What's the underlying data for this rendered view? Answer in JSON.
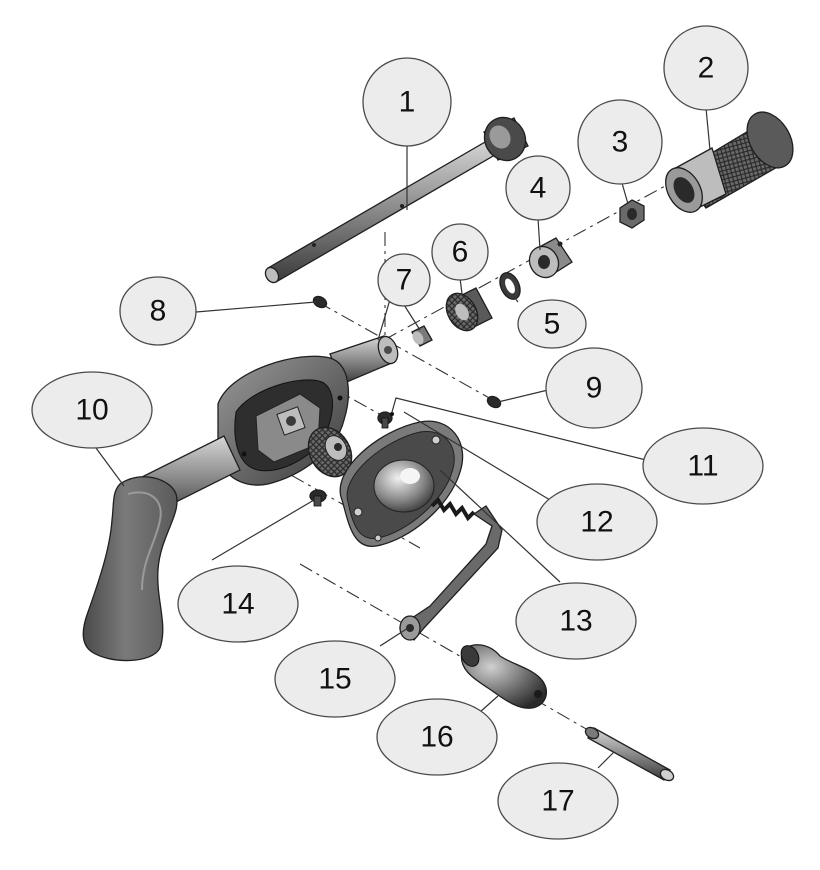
{
  "callouts": [
    {
      "id": "1",
      "label": "1"
    },
    {
      "id": "2",
      "label": "2"
    },
    {
      "id": "3",
      "label": "3"
    },
    {
      "id": "4",
      "label": "4"
    },
    {
      "id": "5",
      "label": "5"
    },
    {
      "id": "6",
      "label": "6"
    },
    {
      "id": "7",
      "label": "7"
    },
    {
      "id": "8",
      "label": "8"
    },
    {
      "id": "9",
      "label": "9"
    },
    {
      "id": "10",
      "label": "10"
    },
    {
      "id": "11",
      "label": "11"
    },
    {
      "id": "12",
      "label": "12"
    },
    {
      "id": "13",
      "label": "13"
    },
    {
      "id": "14",
      "label": "14"
    },
    {
      "id": "15",
      "label": "15"
    },
    {
      "id": "16",
      "label": "16"
    },
    {
      "id": "17",
      "label": "17"
    }
  ],
  "colors": {
    "bubble_fill": "#ececec",
    "part_dark": "#3d3d3d",
    "part_mid": "#7a7a7a",
    "part_light": "#c8c8c8"
  }
}
